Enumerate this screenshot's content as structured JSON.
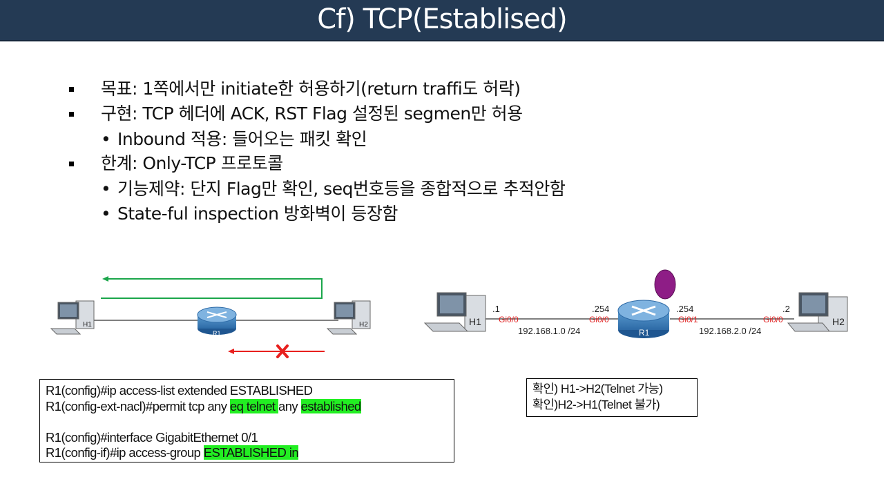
{
  "title": "Cf) TCP(Establised)",
  "bullets": {
    "b1": "목표: 1쪽에서만 initiate한 허용하기(return traffi도 허락)",
    "b2": "구현: TCP 헤더에 ACK, RST Flag 설정된 segmen만 허용",
    "b2_1": "Inbound 적용: 들어오는 패킷 확인",
    "b3": "한계: Only-TCP 프로토콜",
    "b3_1": "기능제약: 단지 Flag만 확인, seq번호등을 종합적으로 추적안함",
    "b3_2": "State-ful inspection 방화벽이 등장함"
  },
  "left_diagram": {
    "h1": "H1",
    "r1": "R1",
    "h2": "H2"
  },
  "right_diagram": {
    "h1": "H1",
    "h1_ip": ".1",
    "h1_if": "Gi0/0",
    "r1": "R1",
    "r1_ip_left": ".254",
    "r1_if_left": "Gi0/0",
    "r1_ip_right": ".254",
    "r1_if_right": "Gi0/1",
    "h2": "H2",
    "h2_ip": ".2",
    "h2_if": "Gi0/0",
    "net_left": "192.168.1.0 /24",
    "net_right": "192.168.2.0 /24"
  },
  "colors": {
    "title_bg": "#243a54",
    "highlight": "#22ee22",
    "return_arrow": "#1aa64a",
    "blocked_arrow": "#e8201e",
    "marker": "#8e1d86",
    "link_label": "#e02020"
  },
  "config": {
    "l1": "R1(config)#ip access-list extended ESTABLISHED",
    "l2_pre": "R1(config-ext-nacl)#permit tcp any ",
    "l2_hl1": "eq telnet ",
    "l2_mid": "any ",
    "l2_hl2": "established",
    "l3": "R1(config)#interface GigabitEthernet 0/1",
    "l4_pre": "R1(config-if)#ip access-group ",
    "l4_hl": "ESTABLISHED in"
  },
  "notes": {
    "n1": "확인) H1->H2(Telnet 가능)",
    "n2": "확인)H2->H1(Telnet 불가)"
  }
}
